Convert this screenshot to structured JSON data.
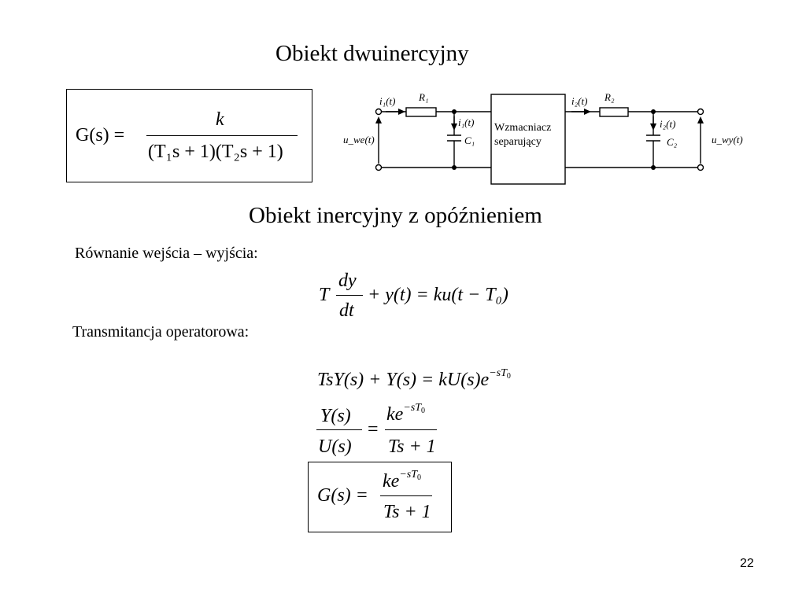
{
  "slide": {
    "title_1": "Obiekt dwuinercyjny",
    "title_2": "Obiekt inercyjny z opóźnieniem",
    "label_io": "Równanie wejścia – wyjścia:",
    "label_transfer": "Transmitancja operatorowa:",
    "page_number": "22"
  },
  "formula_g1": {
    "lhs": "G(s) =",
    "numerator": "k",
    "denominator": "(T₁s + 1)(T₂s + 1)"
  },
  "circuit": {
    "i1": "i₁(t)",
    "r1": "R₁",
    "i1_branch": "i₁(t)",
    "c1": "C₁",
    "u_in": "u_we(t)",
    "amplifier_line1": "Wzmacniacz",
    "amplifier_line2": "separujący",
    "i2": "i₂(t)",
    "r2": "R₂",
    "i2_branch": "i₂(t)",
    "c2": "C₂",
    "u_out": "u_wy(t)"
  },
  "equations": {
    "diff_T": "T",
    "diff_num": "dy",
    "diff_den": "dt",
    "diff_rest": "+ y(t) = ku(t − T₀)",
    "laplace": "TsY(s) + Y(s) = kU(s)e^(−sT₀)",
    "ratio_num_lhs": "Y(s)",
    "ratio_den_lhs": "U(s)",
    "ratio_eq": "=",
    "ratio_num_rhs": "ke^(−sT₀)",
    "ratio_den_rhs": "Ts + 1",
    "final_lhs": "G(s) =",
    "final_num": "ke^(−sT₀)",
    "final_den": "Ts + 1"
  }
}
